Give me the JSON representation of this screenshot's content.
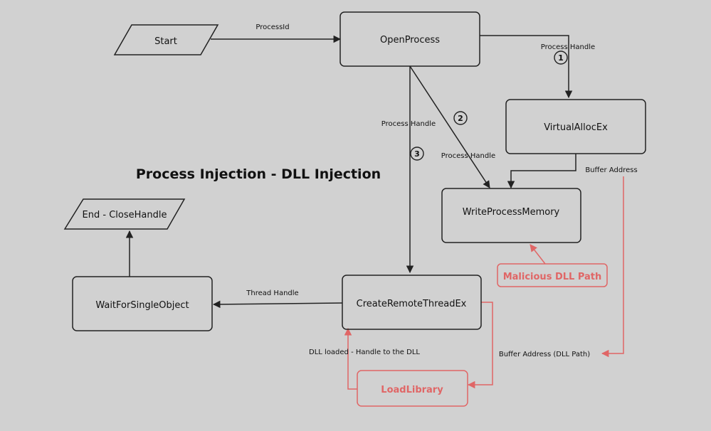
{
  "title": "Process Injection - DLL Injection",
  "colors": {
    "background": "#d1d1d1",
    "stroke": "#222222",
    "highlight": "#e06666"
  },
  "nodes": {
    "start": "Start",
    "open_process": "OpenProcess",
    "virtual_alloc": "VirtualAllocEx",
    "write_memory": "WriteProcessMemory",
    "malicious_path": "Malicious DLL Path",
    "create_thread": "CreateRemoteThreadEx",
    "wait": "WaitForSingleObject",
    "end": "End - CloseHandle",
    "load_library": "LoadLibrary"
  },
  "edges": {
    "process_id": "ProcessId",
    "process_handle_1": "Process Handle",
    "process_handle_2": "Process Handle",
    "process_handle_3": "Process Handle",
    "buffer_address": "Buffer Address",
    "buffer_address_dll": "Buffer Address (DLL Path)",
    "thread_handle": "Thread Handle",
    "dll_loaded": "DLL loaded - Handle to the DLL"
  },
  "steps": [
    "1",
    "2",
    "3"
  ]
}
